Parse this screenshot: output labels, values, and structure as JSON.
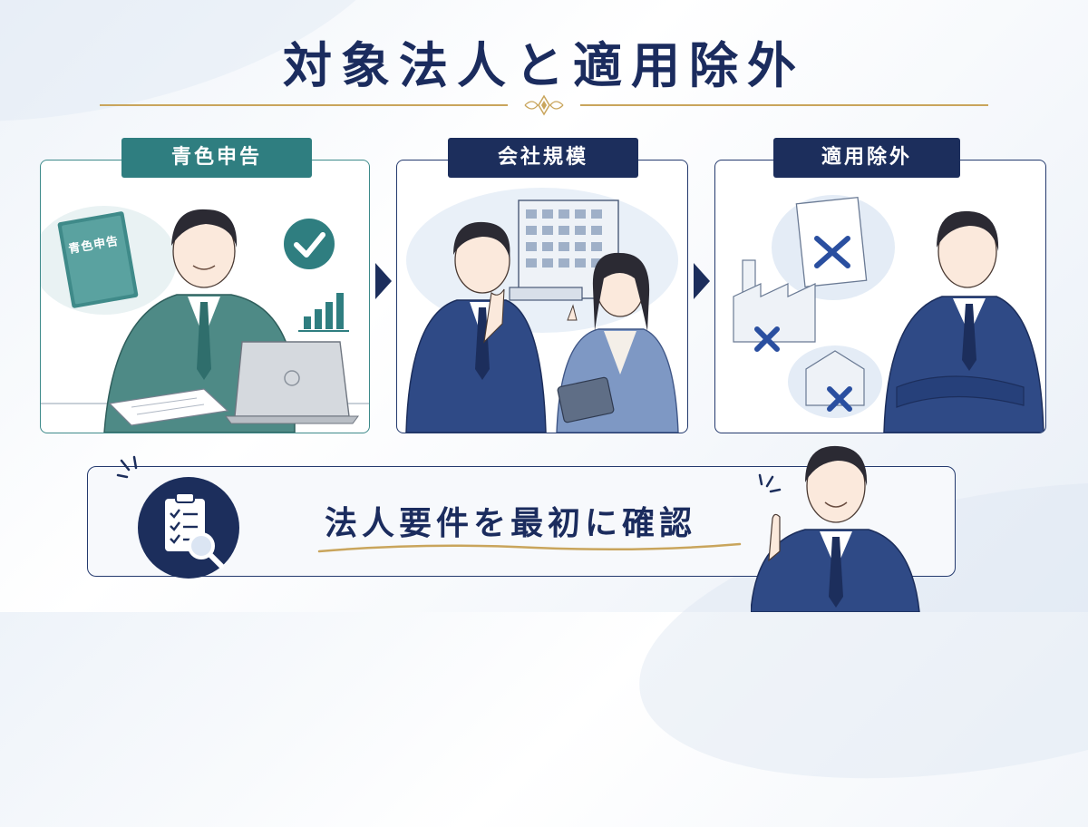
{
  "title": "対象法人と適用除外",
  "panels": [
    {
      "tag": "青色申告",
      "book_label": "青色申告"
    },
    {
      "tag": "会社規模"
    },
    {
      "tag": "適用除外"
    }
  ],
  "callout": "法人要件を最初に確認",
  "colors": {
    "navy": "#1c2e5c",
    "teal": "#2f7e80",
    "gold": "#c9a55c",
    "cross": "#2a4fa0"
  }
}
